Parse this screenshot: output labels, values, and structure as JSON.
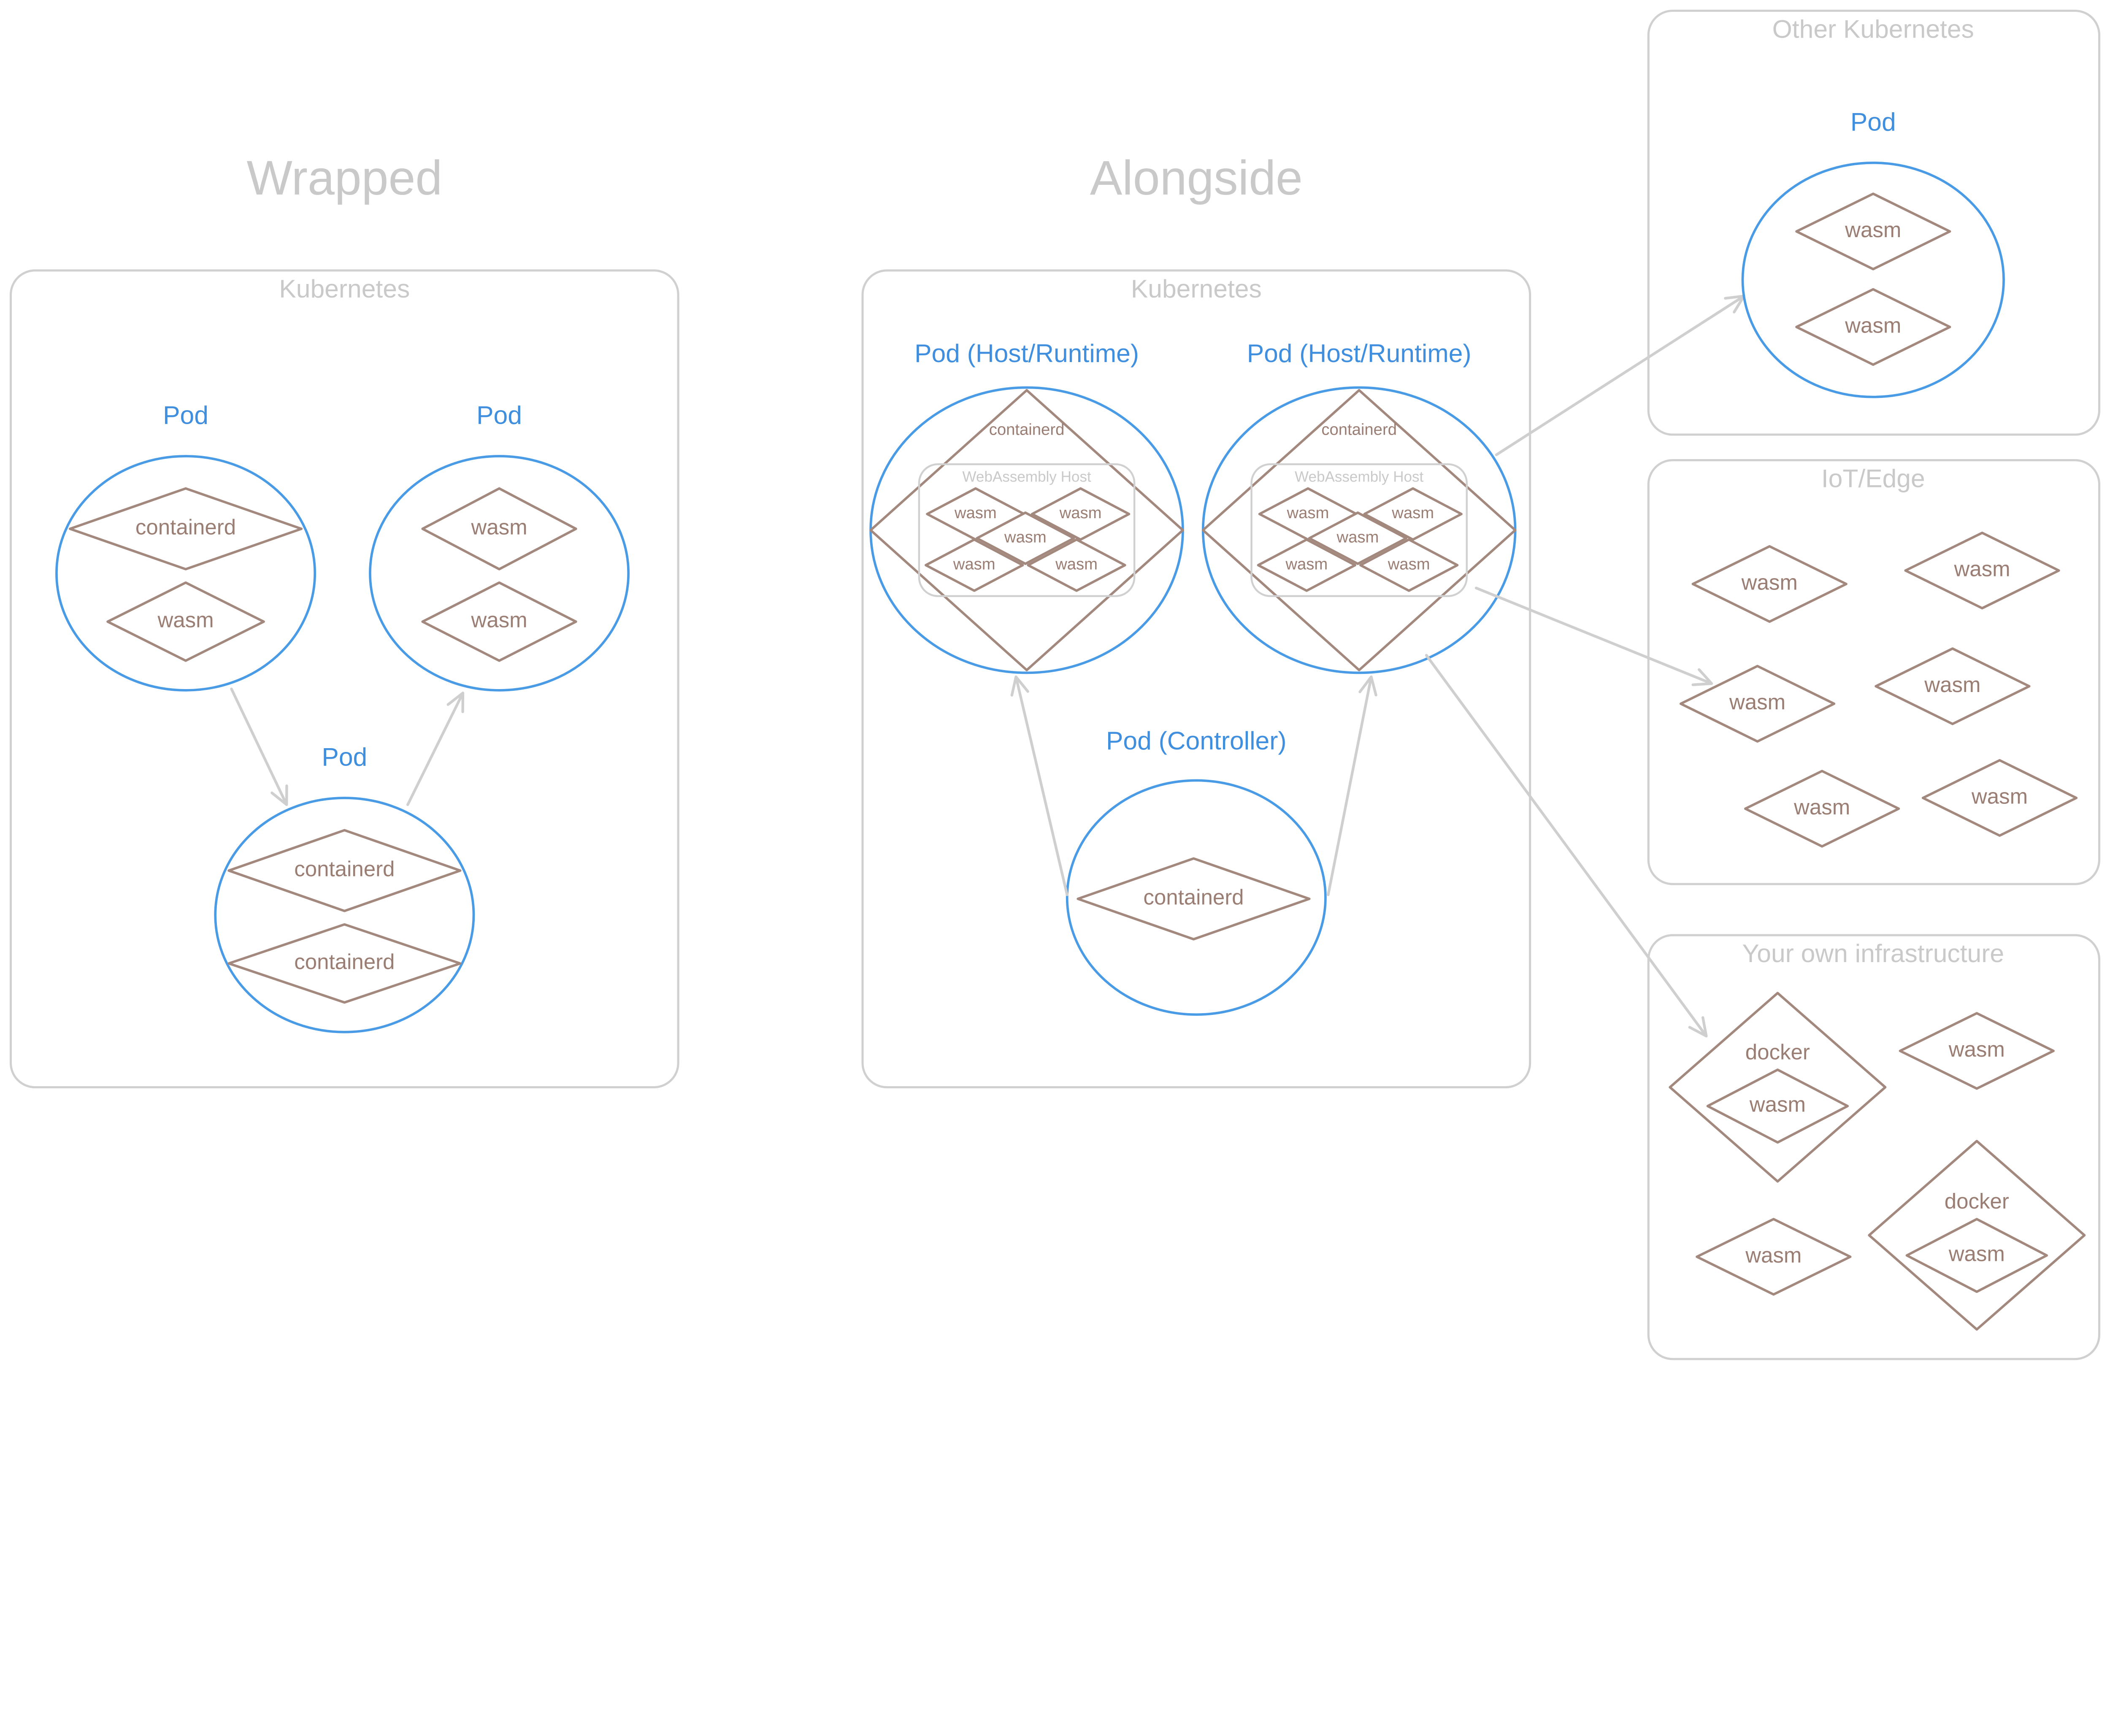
{
  "wrapped": {
    "title": "Wrapped",
    "cluster": "Kubernetes",
    "pods": [
      {
        "label": "Pod",
        "items": [
          "containerd",
          "wasm"
        ]
      },
      {
        "label": "Pod",
        "items": [
          "wasm",
          "wasm"
        ]
      },
      {
        "label": "Pod",
        "items": [
          "containerd",
          "containerd"
        ]
      }
    ]
  },
  "alongside": {
    "title": "Alongside",
    "cluster": "Kubernetes",
    "host_pods": [
      {
        "label": "Pod (Host/Runtime)",
        "runtime": "containerd",
        "host": "WebAssembly Host",
        "modules": [
          "wasm",
          "wasm",
          "wasm",
          "wasm",
          "wasm"
        ]
      },
      {
        "label": "Pod (Host/Runtime)",
        "runtime": "containerd",
        "host": "WebAssembly Host",
        "modules": [
          "wasm",
          "wasm",
          "wasm",
          "wasm",
          "wasm"
        ]
      }
    ],
    "controller": {
      "label": "Pod (Controller)",
      "items": [
        "containerd"
      ]
    }
  },
  "other_kubernetes": {
    "title": "Other Kubernetes",
    "pod": {
      "label": "Pod",
      "items": [
        "wasm",
        "wasm"
      ]
    }
  },
  "iot_edge": {
    "title": "IoT/Edge",
    "items": [
      "wasm",
      "wasm",
      "wasm",
      "wasm",
      "wasm",
      "wasm"
    ]
  },
  "own_infrastructure": {
    "title": "Your own infrastructure",
    "docker": [
      {
        "label": "docker",
        "inner": "wasm"
      },
      {
        "label": "docker",
        "inner": "wasm"
      }
    ],
    "items": [
      "wasm",
      "wasm"
    ]
  },
  "colors": {
    "pod": "#4a9be6",
    "module": "#a3887e",
    "frame": "#d0d0d0"
  }
}
